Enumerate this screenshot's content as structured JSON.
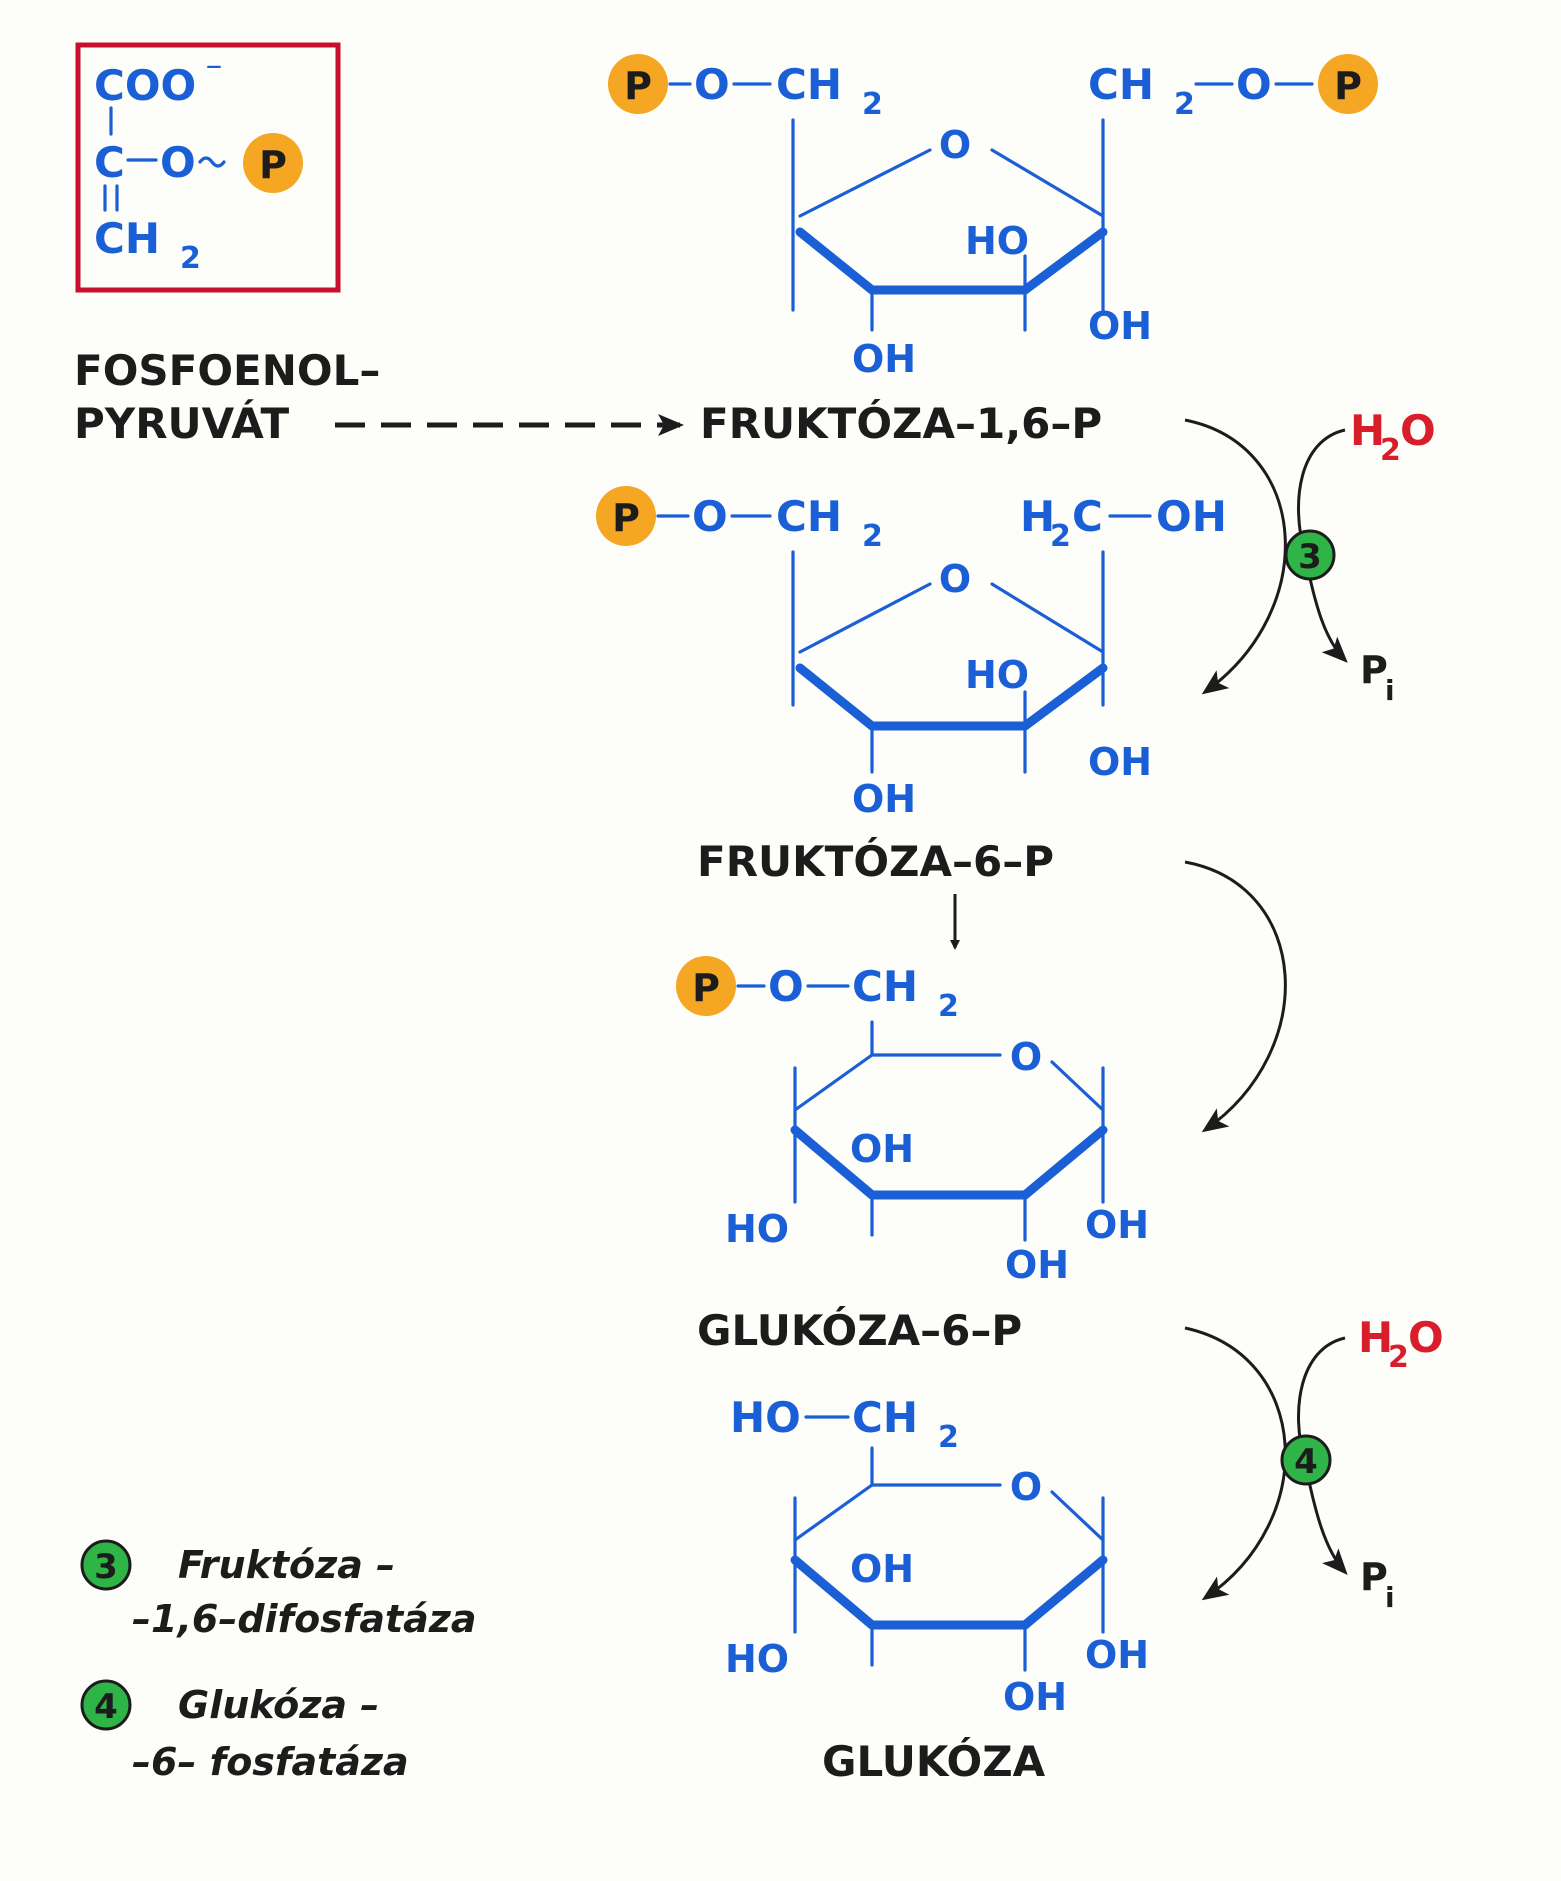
{
  "pep": {
    "coo": "COO",
    "coo_charge": "⁻",
    "c": "C",
    "o": "O",
    "ch2": "CH",
    "sub2": "2",
    "p": "P",
    "name_line1": "FOSFOENOL–",
    "name_line2": "PYRUVÁT"
  },
  "compounds": {
    "f16p": "FRUKTÓZA–1,6–P",
    "f6p": "FRUKTÓZA–6–P",
    "g6p": "GLUKÓZA–6–P",
    "glc": "GLUKÓZA"
  },
  "atoms": {
    "p": "P",
    "o": "O",
    "ch2": "CH",
    "h2c_h": "H",
    "h2c_c": "C",
    "oh": "OH",
    "ho": "HO",
    "sub2": "2",
    "sub_i": "i"
  },
  "reactants": {
    "water_h": "H",
    "water_sub": "2",
    "water_o": "O",
    "pi": "P"
  },
  "enzymes": {
    "e3_num": "3",
    "e4_num": "4"
  },
  "legend": {
    "e3_line1": "Fruktóza –",
    "e3_line2": "–1,6–difosfatáza",
    "e4_line1": "Glukóza –",
    "e4_line2": "–6– fosfatáza"
  },
  "colors": {
    "structure_blue": "#1a5fd6",
    "phosphate_orange": "#f5a623",
    "enzyme_green": "#2fb447",
    "water_red": "#d81e2a",
    "box_red": "#c8102e",
    "text_black": "#1c1c1c"
  }
}
